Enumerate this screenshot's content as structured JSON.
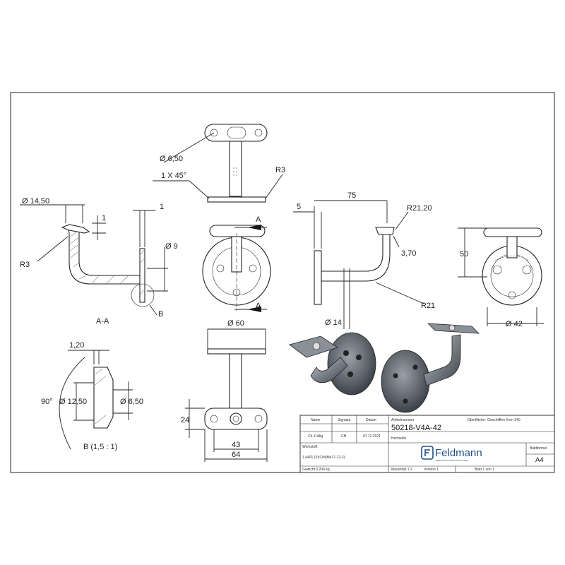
{
  "views": {
    "section_label": "A-A",
    "detail_label": "B (1,5 : 1)",
    "section_marker": "A",
    "detail_marker": "B"
  },
  "dimensions": {
    "top_hole": "Ø 6,50",
    "chamfer": "1 X 45°",
    "top_radius": "R3",
    "section_pipe": "Ø 14,50",
    "section_radius": "R3",
    "section_wall": "1",
    "section_plate": "1",
    "section_hole": "Ø 9",
    "side_offset": "5",
    "side_length": "75",
    "side_r_top": "R21,20",
    "side_thickness": "3,70",
    "side_height": "50",
    "side_r_bend": "R21",
    "side_pipe": "Ø 14",
    "rear_dia": "Ø 42",
    "plate_dia": "Ø 60",
    "plate_width_inner": "43",
    "plate_width_outer": "64",
    "plate_height": "24",
    "detail_thick": "1,20",
    "detail_angle": "90°",
    "detail_d1": "Ø 12,50",
    "detail_d2": "Ø 6,50"
  },
  "title_block": {
    "header_name": "Name",
    "header_signature": "Signatur",
    "header_date": "Datum",
    "row_name": "Ch. Fallig",
    "row_signature": "CH",
    "row_date": "07.12.2021",
    "article_label": "Artikelnummer",
    "article_number": "50218-V4A-42",
    "surface_label": "Oberfläche:",
    "surface_value": "Geschliffen Korn 240",
    "producer_label": "Hersteller",
    "material_label": "Werkstoff:",
    "material_value": "1.4401 (X5CrNiMo17-12-2)",
    "weight": "Gewicht 0,204 kg",
    "scale": "Massstab 1:2",
    "version": "Version 1",
    "sheet": "Blatt 1 von 1",
    "format_label": "Blattformat",
    "format_value": "A4",
    "logo_text": "Feldmann",
    "logo_tagline": "EDELSTAHL HANDLAUFHALTER"
  }
}
